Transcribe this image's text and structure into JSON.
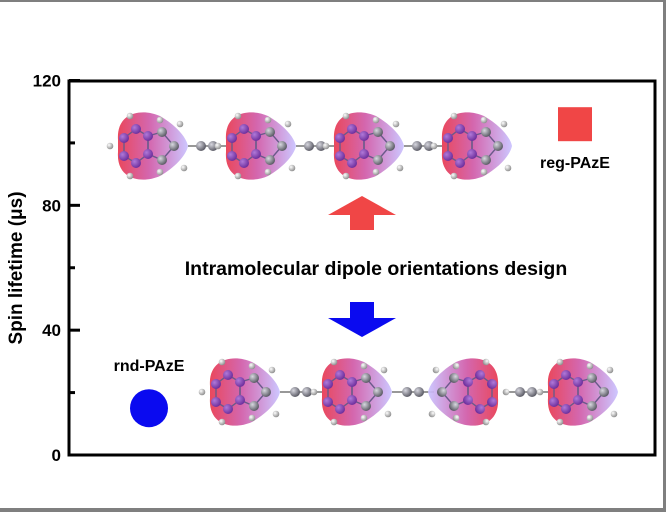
{
  "chart_data": {
    "type": "scatter",
    "title": "",
    "xlabel": "",
    "ylabel": "Spin lifetime (μs)",
    "ylim": [
      0,
      120
    ],
    "yticks": [
      0,
      40,
      80,
      120
    ],
    "yticks_minor": [
      20,
      60,
      100
    ],
    "ytick_labels": [
      "0",
      "40",
      "80",
      "120"
    ],
    "grid": false,
    "series": [
      {
        "name": "reg-PAzE",
        "marker": "square",
        "color": "#f04646",
        "y": 106,
        "label_position": "below-marker",
        "side": "right"
      },
      {
        "name": "rnd-PAzE",
        "marker": "circle",
        "color": "#0a0af0",
        "y": 15,
        "label_position": "above-marker",
        "side": "left"
      }
    ],
    "annotations": {
      "center_text": "Intramolecular dipole orientations design",
      "arrow_up_color": "#f04646",
      "arrow_down_color": "#0a0af0",
      "top_chain": {
        "description": "regular molecular chain",
        "units": 4,
        "orientations": [
          "left",
          "left",
          "left",
          "left"
        ]
      },
      "bottom_chain": {
        "description": "random molecular chain",
        "units": 4,
        "orientations": [
          "left",
          "left",
          "right",
          "left"
        ]
      }
    }
  }
}
